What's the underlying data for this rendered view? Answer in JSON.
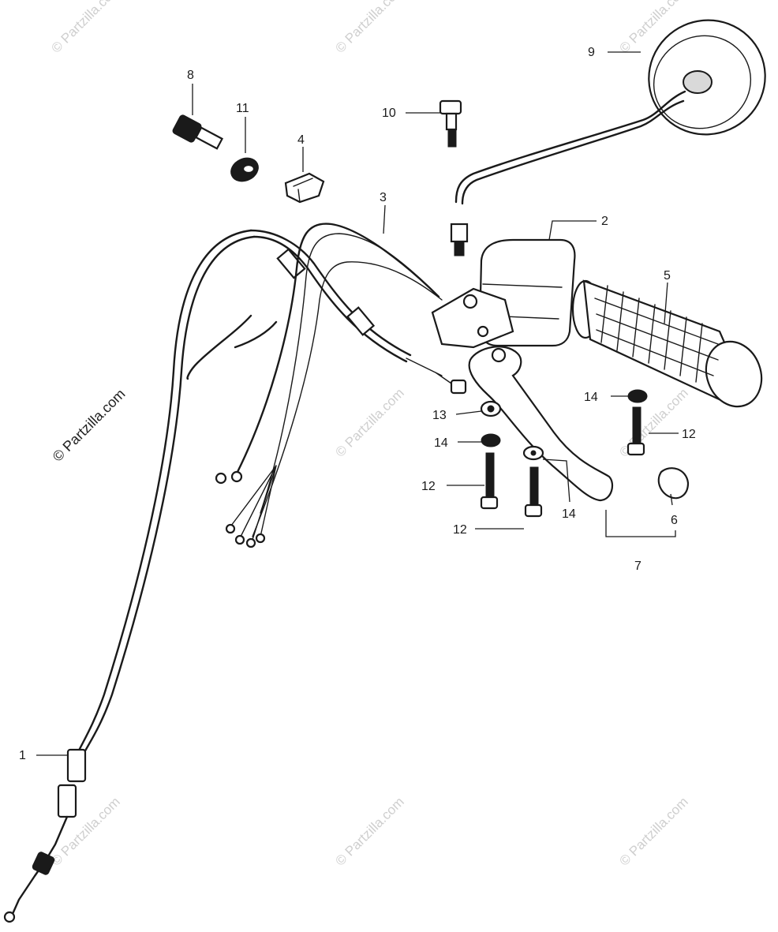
{
  "watermark_text": "© Partzilla.com",
  "callouts": [
    "1",
    "2",
    "3",
    "4",
    "5",
    "6",
    "7",
    "8",
    "9",
    "10",
    "11",
    "12",
    "12",
    "12",
    "13",
    "14",
    "14",
    "14"
  ]
}
